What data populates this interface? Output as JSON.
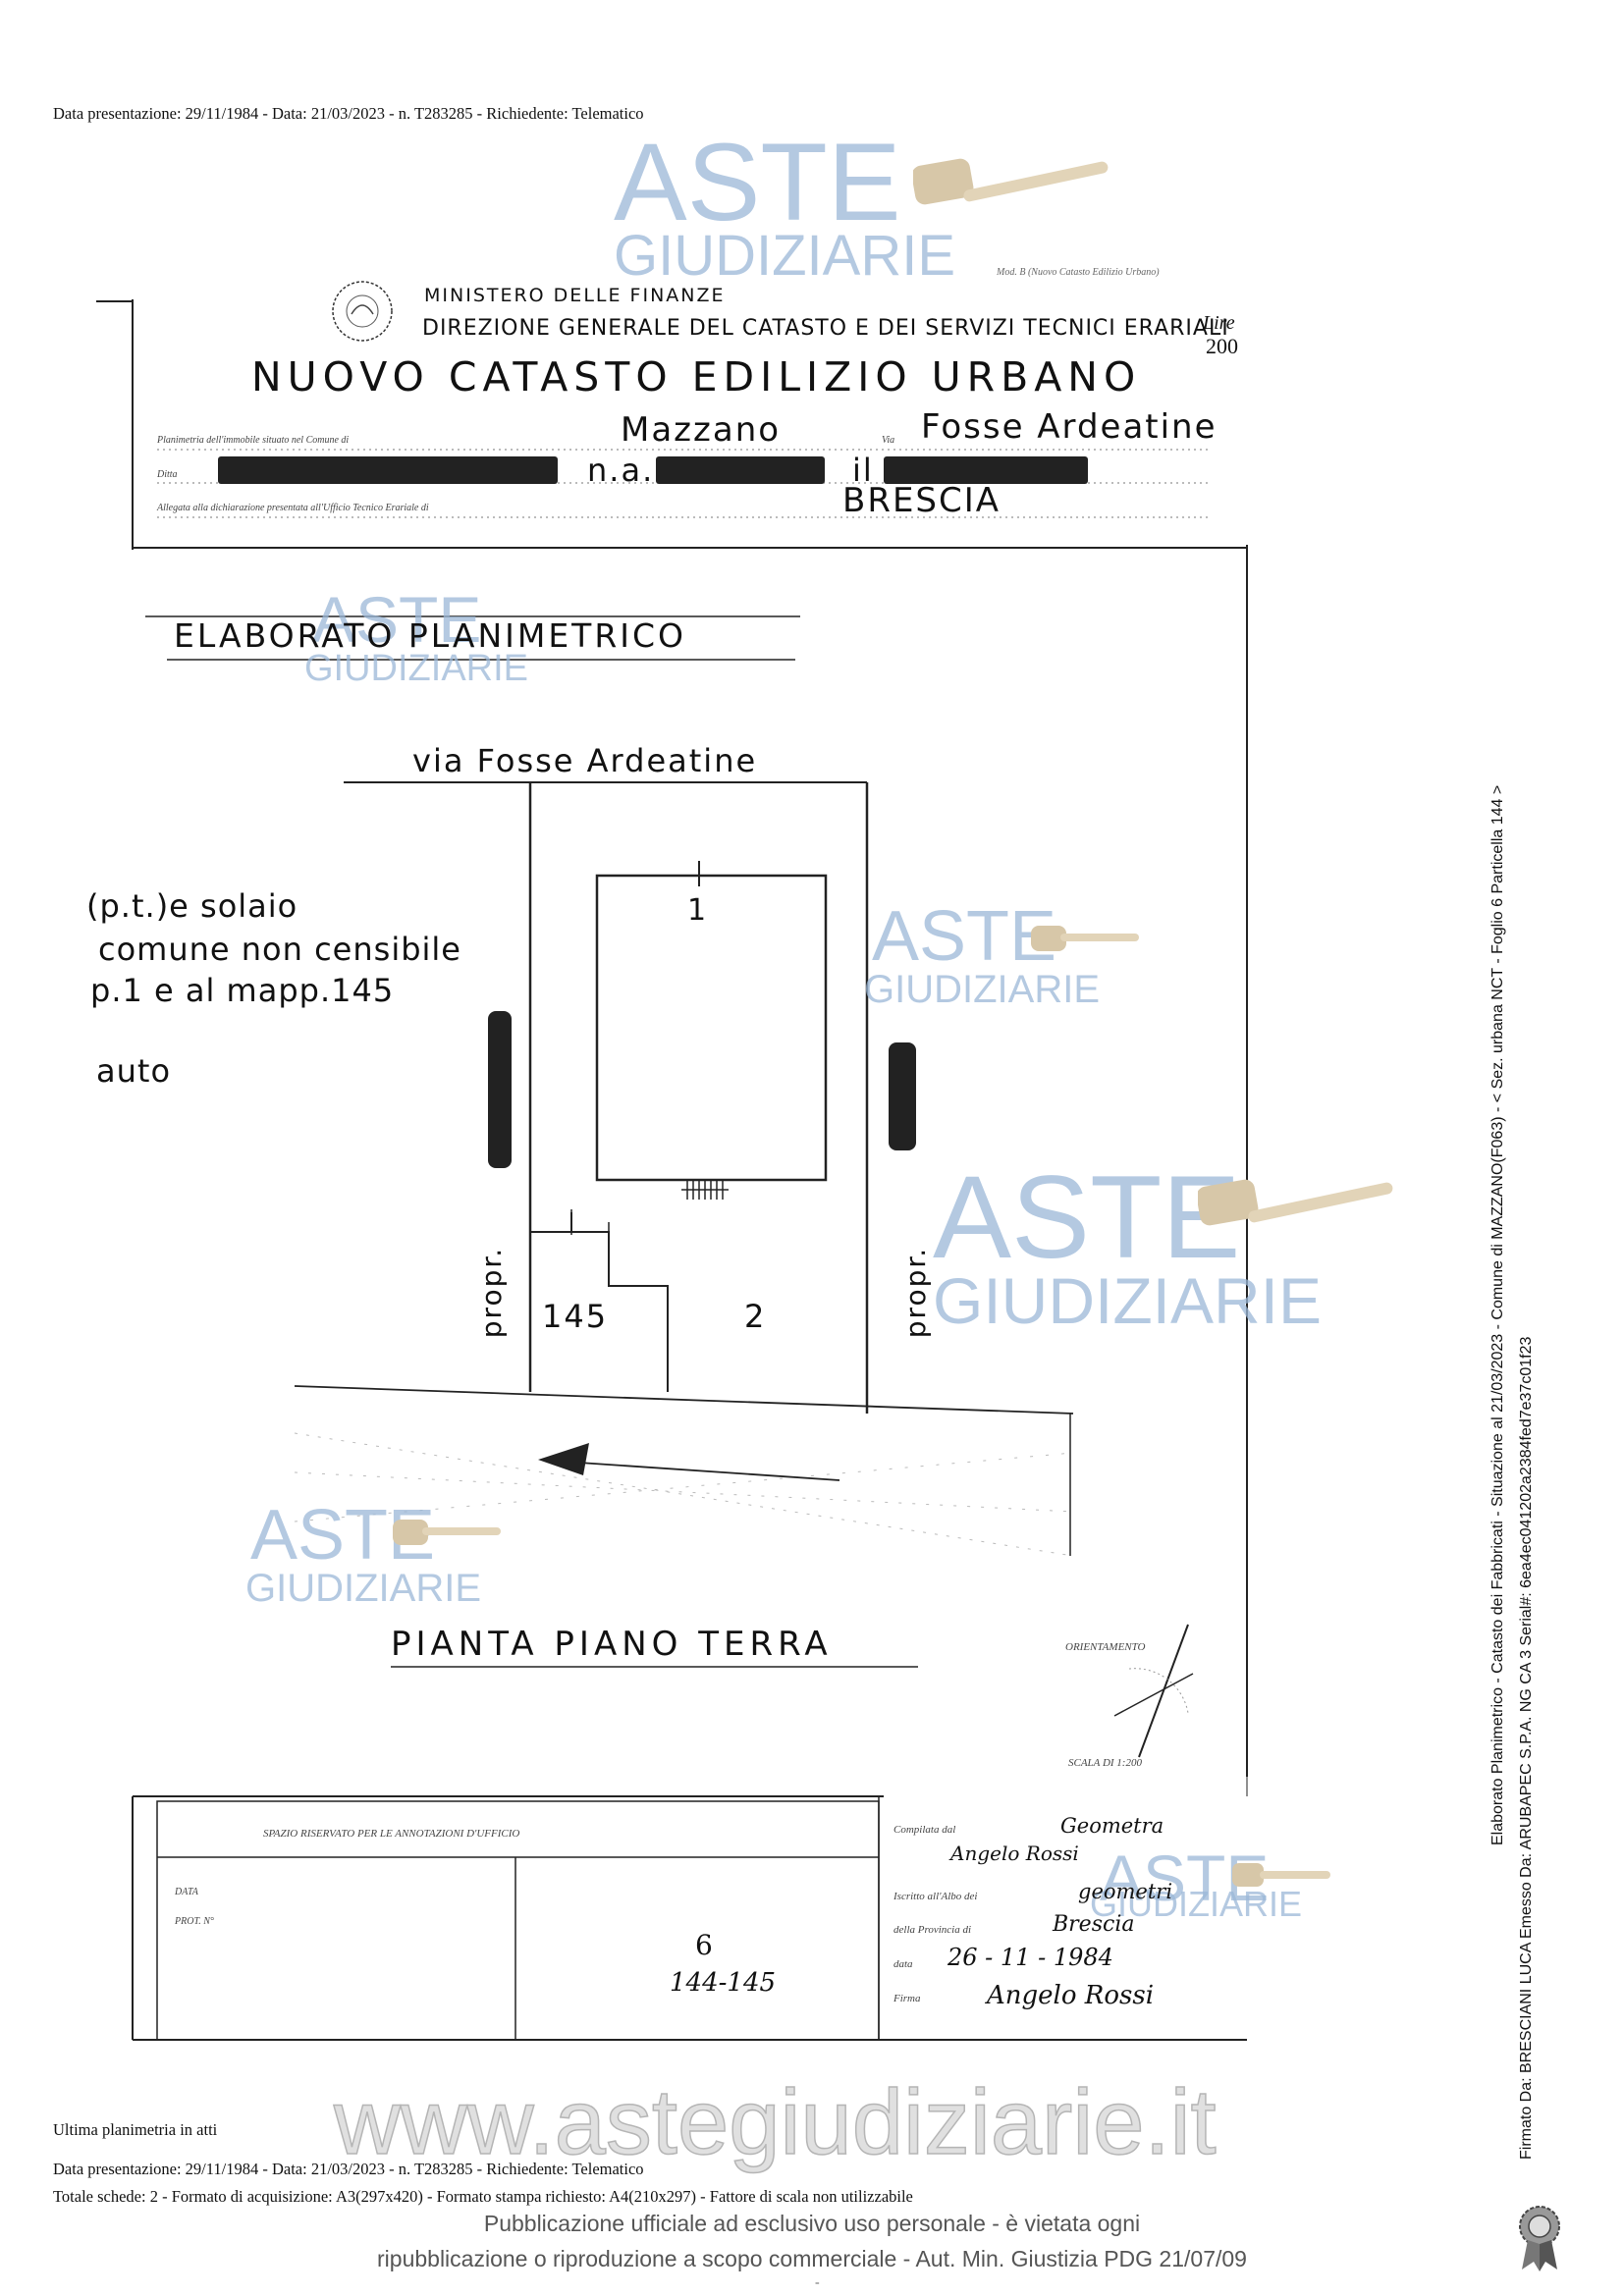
{
  "header": {
    "top_line": "Data presentazione: 29/11/1984 - Data: 21/03/2023 - n. T283285 - Richiedente: Telematico"
  },
  "form": {
    "ministry": "MINISTERO DELLE FINANZE",
    "directorate": "DIREZIONE GENERALE DEL CATASTO E DEI SERVIZI TECNICI ERARIALI",
    "registry_title": "NUOVO CATASTO EDILIZIO URBANO",
    "model_note": "Mod. B (Nuovo Catasto Edilizio Urbano)",
    "price": "Lire",
    "price_value": "200",
    "row1_label": "Planimetria dell'immobile situato nel Comune di",
    "comune": "Mazzano",
    "via_label": "Via",
    "via": "Fosse Ardeatine",
    "row2_label": "Ditta",
    "born_label": "n.a.",
    "born_on_label": "il",
    "row3_label": "Allegata alla dichiarazione presentata all'Ufficio Tecnico Erariale di",
    "office": "BRESCIA"
  },
  "plan": {
    "title": "ELABORATO PLANIMETRICO",
    "street": "via Fosse Ardeatine",
    "legend": [
      "(p.t.)e solaio",
      "comune non censibile",
      "p.1 e al mapp.145",
      "auto"
    ],
    "unit1": "1",
    "unit2": "2",
    "lot145": "145",
    "propr_left": "propr.",
    "propr_right": "propr.",
    "floor_title": "PIANTA PIANO TERRA",
    "orientation": "ORIENTAMENTO",
    "scale": "SCALA DI 1:200"
  },
  "office_box": {
    "title": "SPAZIO RISERVATO PER LE ANNOTAZIONI D'UFFICIO",
    "date_label": "DATA",
    "prot_label": "PROT. N°",
    "sheet": "6",
    "mappali": "144-145"
  },
  "compiler": {
    "compiled_label": "Compilata dal",
    "compiled_value": "Geometra",
    "name": "Angelo Rossi",
    "albo_label": "Iscritto all'Albo dei",
    "albo_value": "geometri",
    "province_label": "della Provincia di",
    "province_value": "Brescia",
    "date_label": "data",
    "date_value": "26 - 11 - 1984",
    "sign_label": "Firma",
    "signature": "Angelo Rossi"
  },
  "footer": {
    "last_plan": "Ultima planimetria in atti",
    "line1": "Data presentazione: 29/11/1984 - Data: 21/03/2023 - n. T283285 - Richiedente: Telematico",
    "line2": "Totale schede: 2 - Formato di acquisizione: A3(297x420) - Formato stampa richiesto: A4(210x297) - Fattore di scala non utilizzabile",
    "notice1": "Pubblicazione ufficiale ad esclusivo uso personale - è vietata ogni",
    "notice2": "ripubblicazione o riproduzione a scopo commerciale - Aut. Min. Giustizia PDG 21/07/09",
    "website": "www.astegiudiziarie.it",
    "dash": "-"
  },
  "side": {
    "line1": "Elaborato Planimetrico - Catasto dei Fabbricati - Situazione al 21/03/2023 - Comune di MAZZANO(F063) - < Sez. urbana NCT - Foglio 6 Particella 144 >",
    "line2": "Firmato Da: BRESCIANI LUCA Emesso Da: ARUBAPEC S.P.A. NG CA 3 Serial#: 6ea4ec041202a2384fed7e37c01f23"
  },
  "watermark": {
    "brand_top": "ASTE",
    "brand_bottom": "GIUDIZIARIE"
  },
  "colors": {
    "watermark": "#9bb8d8",
    "ink": "#111111"
  }
}
